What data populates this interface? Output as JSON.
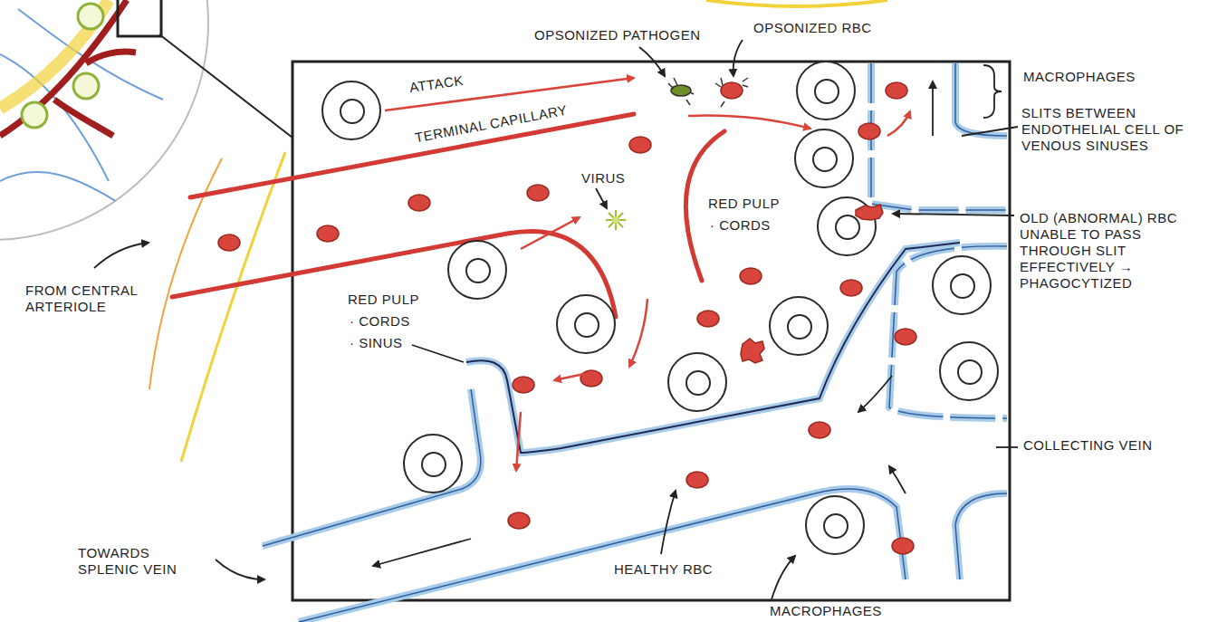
{
  "diagram": {
    "labels": [
      "OPSONIZED PATHOGEN",
      "OPSONIZED RBC",
      "MACROPHAGES",
      "SLITS BETWEEN ENDOTHELIAL CELL OF VENOUS SINUSES",
      "ATTACK",
      "TERMINAL CAPILLARY",
      "VIRUS",
      "RED PULP",
      "· CORDS",
      "OLD (ABNORMAL) RBC UNABLE TO PASS THROUGH SLIT EFFECTIVELY → PHAGOCYTIZED",
      "FROM CENTRAL ARTERIOLE",
      "RED PULP",
      "· CORDS",
      "· SINUS",
      "COLLECTING VEIN",
      "TOWARDS SPLENIC VEIN",
      "HEALTHY RBC",
      "MACROPHAGES"
    ]
  }
}
